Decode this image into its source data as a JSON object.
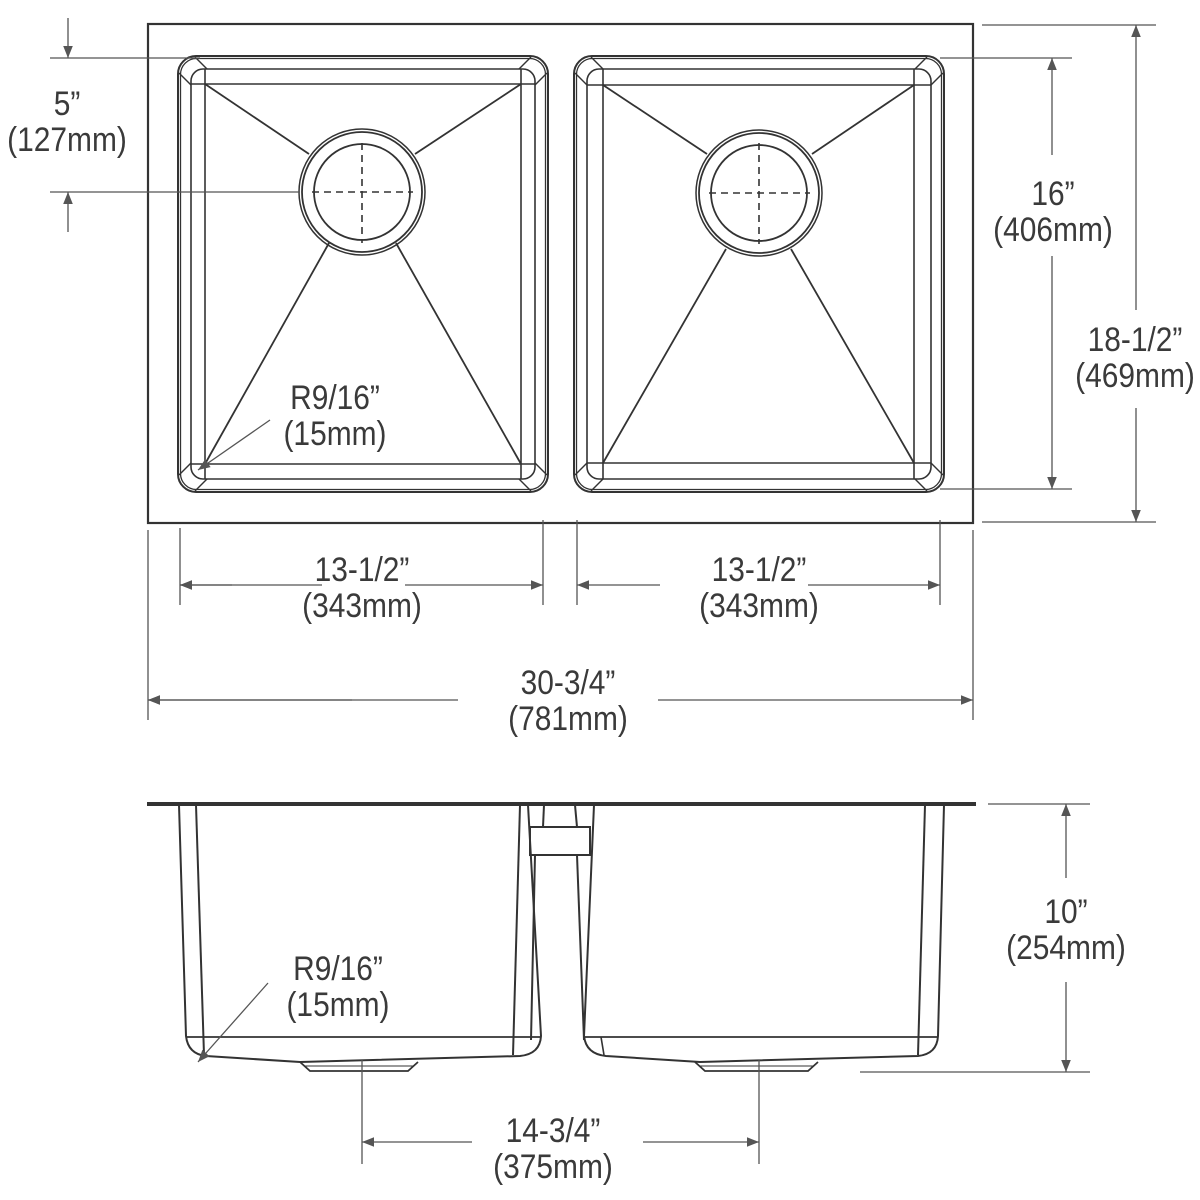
{
  "drawing": {
    "title": "Double bowl undermount sink dimension drawing",
    "line_color": "#333333",
    "dim_color": "#555555",
    "text_color": "#3a3a3a",
    "views": [
      "top-view",
      "side-view"
    ]
  },
  "dimensions": {
    "drain_offset": {
      "imperial": "5”",
      "metric": "(127mm)"
    },
    "bowl_length": {
      "imperial": "16”",
      "metric": "(406mm)"
    },
    "overall_length": {
      "imperial": "18-1/2”",
      "metric": "(469mm)"
    },
    "top_corner_radius": {
      "imperial": "R9/16”",
      "metric": "(15mm)"
    },
    "left_bowl_width": {
      "imperial": "13-1/2”",
      "metric": "(343mm)"
    },
    "right_bowl_width": {
      "imperial": "13-1/2”",
      "metric": "(343mm)"
    },
    "overall_width": {
      "imperial": "30-3/4”",
      "metric": "(781mm)"
    },
    "depth": {
      "imperial": "10”",
      "metric": "(254mm)"
    },
    "side_corner_radius": {
      "imperial": "R9/16”",
      "metric": "(15mm)"
    },
    "drain_spacing": {
      "imperial": "14-3/4”",
      "metric": "(375mm)"
    }
  }
}
